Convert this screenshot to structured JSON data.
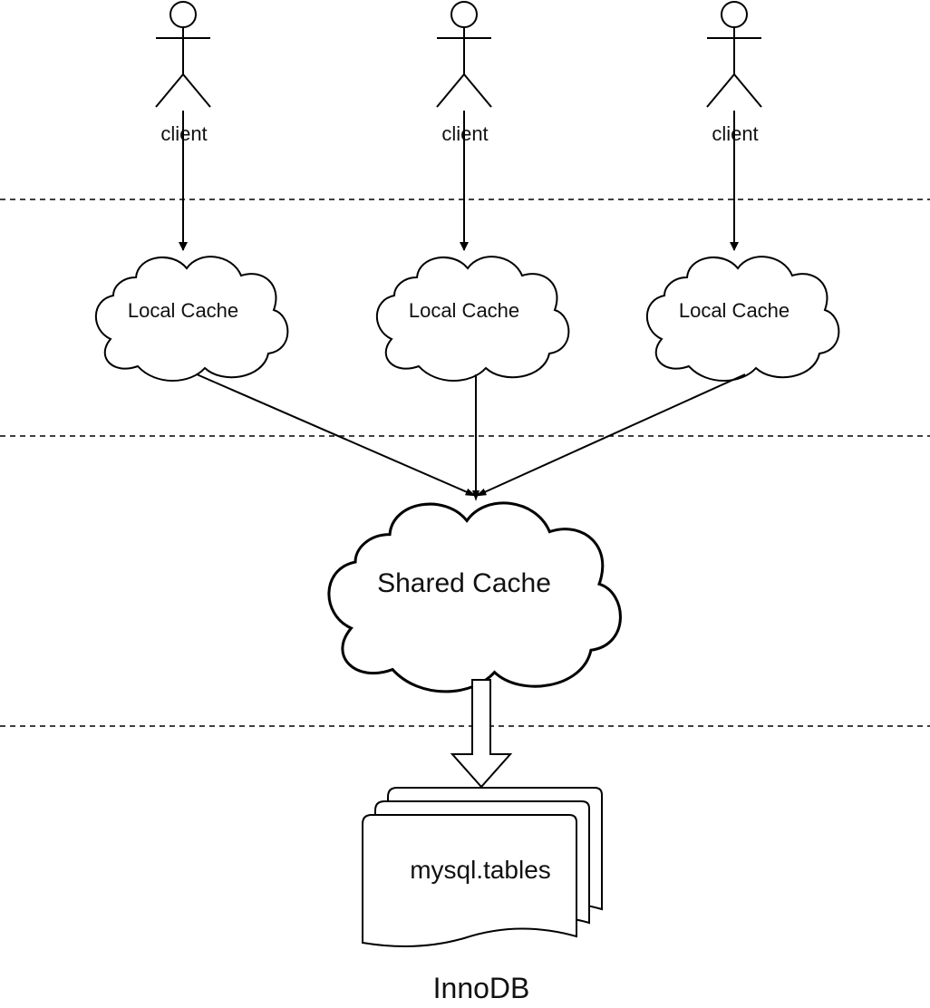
{
  "clients": [
    {
      "label": "client"
    },
    {
      "label": "client"
    },
    {
      "label": "client"
    }
  ],
  "local_caches": [
    {
      "label": "Local Cache"
    },
    {
      "label": "Local Cache"
    },
    {
      "label": "Local Cache"
    }
  ],
  "shared_cache": {
    "label": "Shared Cache"
  },
  "storage": {
    "documents_label": "mysql.tables",
    "engine_label": "InnoDB"
  }
}
